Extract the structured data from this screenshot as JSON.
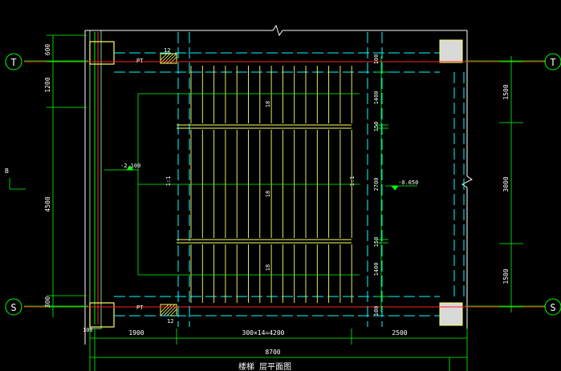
{
  "colors": {
    "background": "#000000",
    "axis": "#ff2020",
    "wall": "#00ffff",
    "stair": "#ffff66",
    "dim": "#00ff00",
    "text": "#ffffff",
    "column": "#d9d9d9"
  },
  "grid_bubbles": {
    "top": "T",
    "bottom": "S"
  },
  "left_dimensions": [
    "600",
    "1200",
    "4500",
    "300"
  ],
  "right_dimensions": [
    "1500",
    "3000",
    "1500"
  ],
  "inner_right_dimensions": [
    "100",
    "1400",
    "150",
    "2700",
    "150",
    "1400",
    "100"
  ],
  "flight_labels": [
    "18",
    "18",
    "18"
  ],
  "side_labels": {
    "left": "1:1",
    "right": "1:1",
    "b_mark": "B"
  },
  "level_marks": {
    "left": "-2.100",
    "right": "-0.050"
  },
  "tag_labels": {
    "top_pt": "PT",
    "bottom_pt": "PT",
    "top_12": "12",
    "bottom_12": "12"
  },
  "bottom_dimensions": {
    "d1": "1900",
    "d2": "300×14=4200",
    "d3": "2500",
    "total": "8700",
    "left_small": "100"
  },
  "caption": "楼梯  层平面图"
}
